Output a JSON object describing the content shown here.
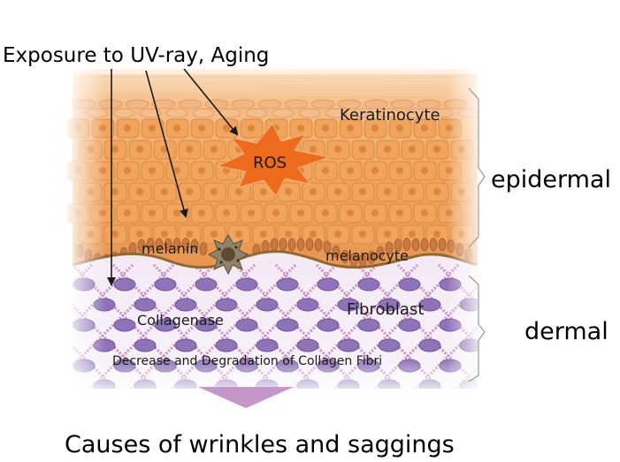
{
  "labels": {
    "exposure": "Exposure to UV-ray, Aging",
    "keratinocyte": "Keratinocyte",
    "ros": "ROS",
    "melanin": "melanin",
    "melanocyte": "melanocyte",
    "fibroblast": "Fibroblast",
    "collagenase": "Collagenase",
    "decrease": "Decrease and Degradation of Collagen Fibri",
    "epidermal": "epidermal",
    "dermal": "dermal",
    "caption": "Causes of wrinkles and saggings"
  },
  "colors": {
    "epidermis": "#f2a860",
    "epidermis_top": "#f7c89a",
    "cell": "#e8924a",
    "basal": "#c9783f",
    "membrane": "#8a6a3a",
    "dermis": "#efe6f2",
    "fiber": "#c98fc4",
    "fibroblast": "#8e73b8",
    "ros_burst": "#ee6a1c",
    "arrow_down": "#c596c8",
    "bracket": "#999999",
    "text": "#000000"
  }
}
